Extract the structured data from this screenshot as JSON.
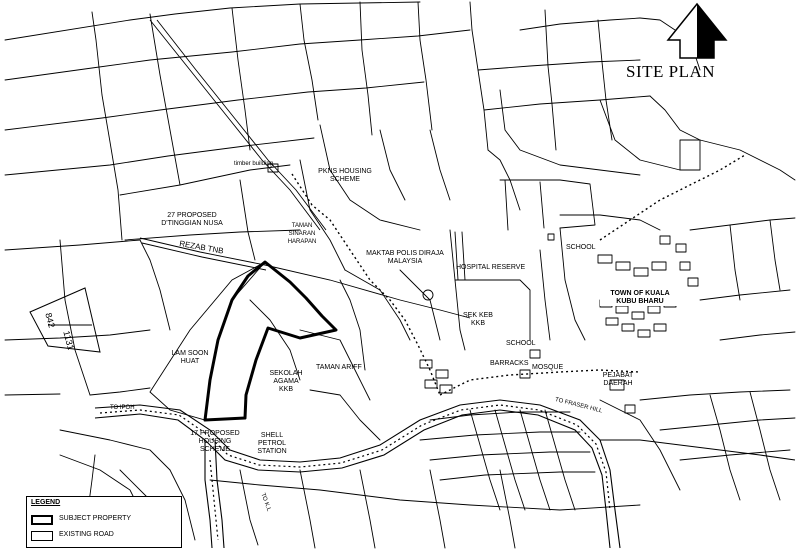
{
  "title": "SITE PLAN",
  "colors": {
    "ink": "#000000",
    "background": "#ffffff"
  },
  "icons": {
    "north": "north-arrow-icon"
  },
  "labels": {
    "timber_building": "timber building",
    "pkns_housing": "PKNS HOUSING SCHEME",
    "proposed_tinggian": "27 PROPOSED D'TINGGIAN NUSA",
    "rezab_tnb": "REZAB TNB",
    "taman_sinaran": "TAMAN SINARAN HARAPAN",
    "maktab_polis": "MAKTAB POLIS DIRAJA MALAYSIA",
    "hospital_reserve": "HOSPITAL RESERVE",
    "school_upper": "SCHOOL",
    "town_name": "TOWN OF KUALA KUBU BHARU",
    "sek_keb": "SEK KEB KKB",
    "school_lower": "SCHOOL",
    "barracks": "BARRACKS",
    "mosque": "MOSQUE",
    "pejabat_daerah": "PEJABAT DAERAH",
    "lam_soon": "LAM SOON HUAT",
    "sekolah_agama": "SEKOLAH AGAMA KKB",
    "taman_ariff": "TAMAN ARIFF",
    "proposed_housing": "17 PROPOSED HOUSING SCHEME",
    "shell_petrol": "SHELL PETROL STATION",
    "to_ipoh": "TO IPOH",
    "to_fraser_hill": "TO FRASER HILL",
    "to_kl": "TO K.L",
    "lot_842": "842",
    "lot_1131": "1131"
  },
  "legend": {
    "heading": "LEGEND",
    "subject_property": "SUBJECT PROPERTY",
    "existing_road": "EXISTING ROAD"
  }
}
